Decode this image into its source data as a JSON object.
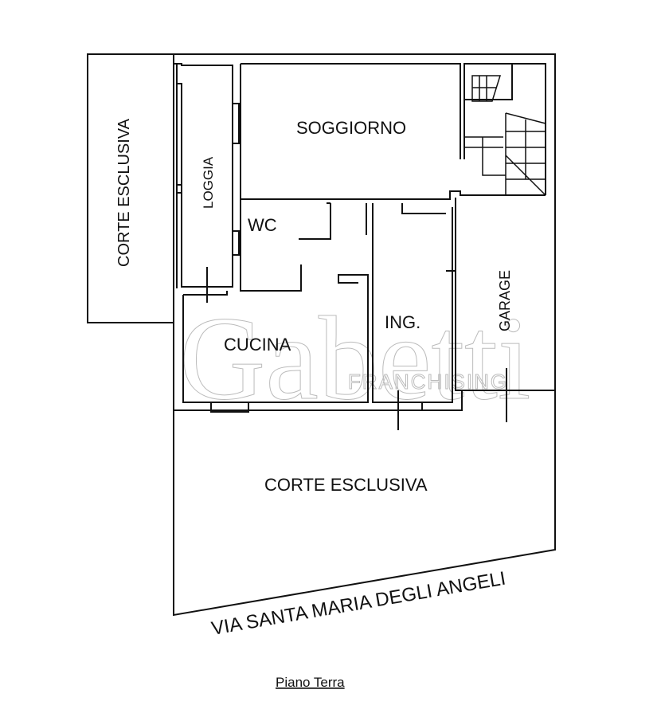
{
  "rooms": {
    "corte_side": "CORTE  ESCLUSIVA",
    "loggia": "LOGGIA",
    "soggiorno": "SOGGIORNO",
    "wc": "WC",
    "ingresso": "ING.",
    "cucina": "CUCINA",
    "garage": "GARAGE",
    "corte_front": "CORTE ESCLUSIVA"
  },
  "street": "VIA SANTA MARIA DEGLI ANGELI",
  "floor_label": "Piano  Terra",
  "watermark": {
    "brand": "Gabetti",
    "sub": "FRANCHISING"
  }
}
